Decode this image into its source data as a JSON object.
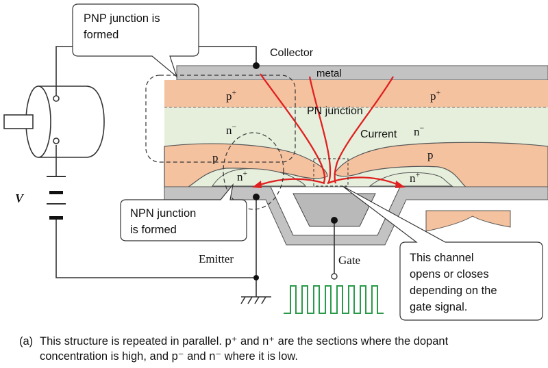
{
  "diagram": {
    "labels": {
      "collector": "Collector",
      "metal": "metal",
      "p_plus_left": "p",
      "p_plus_right": "p",
      "plus_mark": "+",
      "pn_junction": "PN junction",
      "n_minus_left": "n",
      "n_minus_right": "n",
      "minus_mark": "−",
      "current": "Current",
      "p_left": "p",
      "p_right": "p",
      "n_plus_left": "n",
      "n_plus_right": "n",
      "voltage": "V",
      "emitter": "Emitter",
      "gate": "Gate"
    },
    "callouts": {
      "pnp": [
        "PNP junction is",
        "formed"
      ],
      "npn": [
        "NPN junction",
        "is formed"
      ],
      "channel": [
        "This channel",
        "opens or closes",
        "depending on the",
        "gate signal."
      ]
    },
    "colors": {
      "p_region": "#f5c2a0",
      "n_region": "#e6efdc",
      "metal": "#c3c3c3",
      "gate_metal": "#b9b9b9",
      "current": "#e02020",
      "gate_signal": "#2a9a4a",
      "outline": "#444444"
    }
  },
  "caption": {
    "label": "(a)",
    "line1": "This structure is repeated in parallel. p⁺ and n⁺ are the sections where the dopant",
    "line2": "concentration is high, and p⁻ and n⁻ where it is low."
  }
}
